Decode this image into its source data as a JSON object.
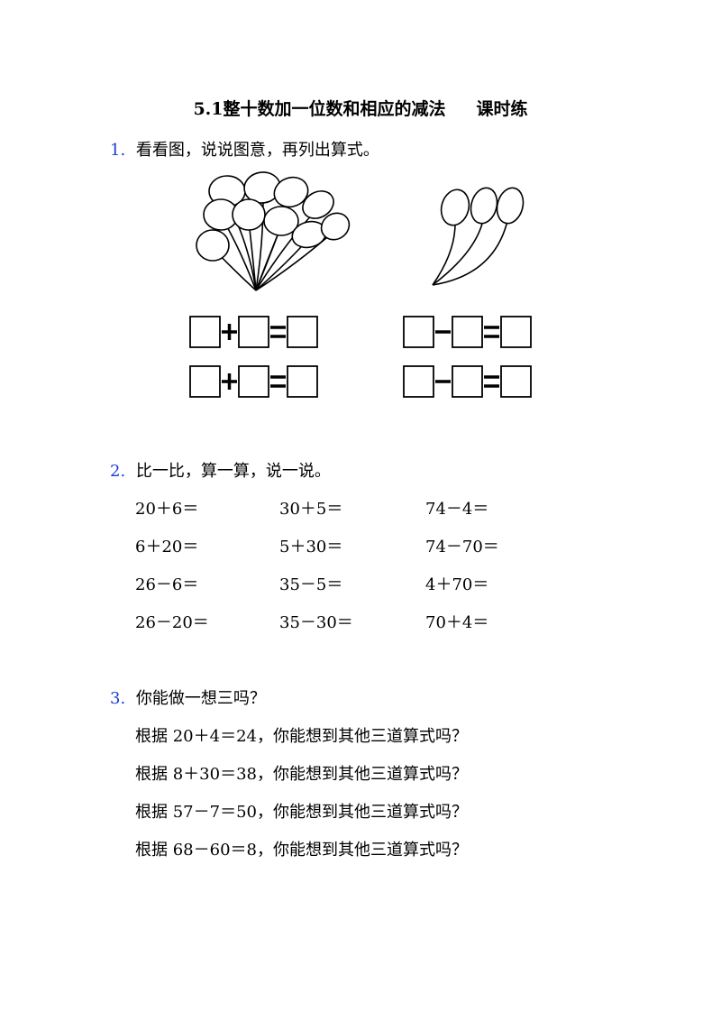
{
  "title": {
    "main": "5.1整十数加一位数和相应的减法",
    "suffix": "课时练"
  },
  "q1": {
    "number": "1.",
    "prompt": "看看图，说说图意，再列出算式。",
    "left_operator": "+",
    "right_operator": "−",
    "equals": "=",
    "left_balloon_count": 10,
    "right_balloon_count": 3
  },
  "q2": {
    "number": "2.",
    "prompt": "比一比，算一算，说一说。",
    "rows": [
      [
        "20＋6＝",
        "30＋5＝",
        "74－4＝"
      ],
      [
        "6＋20＝",
        "5＋30＝",
        "74－70＝"
      ],
      [
        "26－6＝",
        "35－5＝",
        "4＋70＝"
      ],
      [
        "26－20＝",
        "35－30＝",
        "70＋4＝"
      ]
    ]
  },
  "q3": {
    "number": "3.",
    "prompt": "你能做一想三吗？",
    "lines": [
      "根据 20＋4＝24，你能想到其他三道算式吗？",
      "根据 8＋30＝38，你能想到其他三道算式吗？",
      "根据 57－7＝50，你能想到其他三道算式吗？",
      "根据 68－60＝8，你能想到其他三道算式吗？"
    ]
  }
}
